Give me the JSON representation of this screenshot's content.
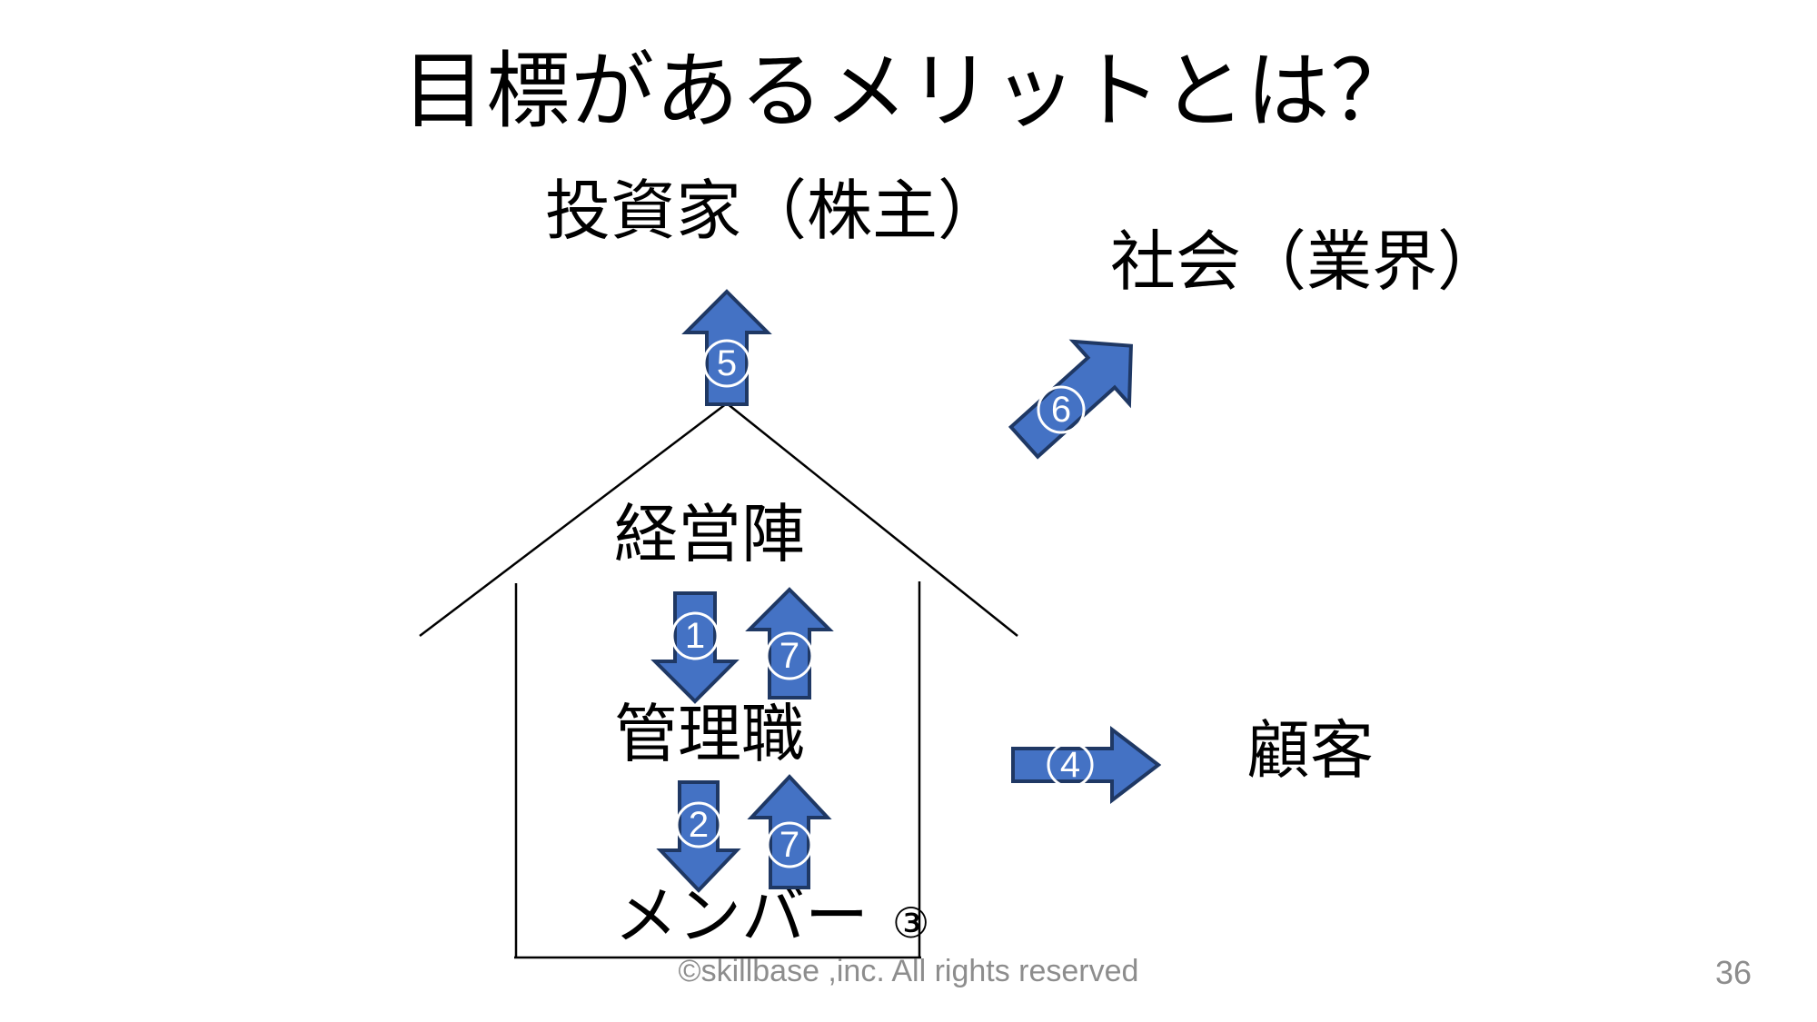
{
  "slide": {
    "title": "目標があるメリットとは？",
    "page_number": "36",
    "copyright": "©skillbase ,inc. All rights reserved",
    "background_color": "#FFFFFF"
  },
  "colors": {
    "arrow_fill": "#4472C4",
    "arrow_stroke": "#1F3864",
    "house_stroke": "#000000",
    "text": "#000000",
    "footer_text": "#8D8D8D"
  },
  "nodes": {
    "investor": "投資家（株主）",
    "society": "社会（業界）",
    "executive": "経営陣",
    "manager": "管理職",
    "member": "メンバー",
    "member_badge": "③",
    "customer": "顧客"
  },
  "arrows": [
    {
      "id": "arrow-5",
      "label": "⑤",
      "direction": "up",
      "from": "経営陣",
      "to": "投資家（株主）"
    },
    {
      "id": "arrow-6",
      "label": "⑥",
      "direction": "up-right",
      "from": "経営陣",
      "to": "社会（業界）"
    },
    {
      "id": "arrow-1",
      "label": "①",
      "direction": "down",
      "from": "経営陣",
      "to": "管理職"
    },
    {
      "id": "arrow-7-top",
      "label": "⑦",
      "direction": "up",
      "from": "管理職",
      "to": "経営陣"
    },
    {
      "id": "arrow-2",
      "label": "②",
      "direction": "down",
      "from": "管理職",
      "to": "メンバー"
    },
    {
      "id": "arrow-7-bottom",
      "label": "⑦",
      "direction": "up",
      "from": "メンバー",
      "to": "管理職"
    },
    {
      "id": "arrow-4",
      "label": "④",
      "direction": "right",
      "from": "管理職",
      "to": "顧客"
    }
  ],
  "house": {
    "description": "company-boundary-house-outline"
  }
}
